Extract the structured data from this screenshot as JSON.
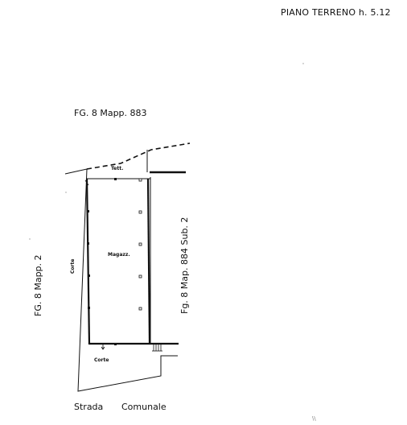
{
  "title": "PIANO TERRENO h. 5.12",
  "labels": {
    "parcel_top": "FG. 8 Mapp. 883",
    "parcel_left": "FG. 8 Mapp. 2",
    "parcel_right": "Fg. 8 Map. 884 Sub. 2",
    "tettoia": "Tett.",
    "magazzino": "Magazz.",
    "corte_side": "Corte",
    "corte_bottom": "Corte",
    "street_word1": "Strada",
    "street_word2": "Comunale",
    "corner_mark": "\\\\"
  },
  "colors": {
    "line": "#111111",
    "background": "#ffffff"
  }
}
